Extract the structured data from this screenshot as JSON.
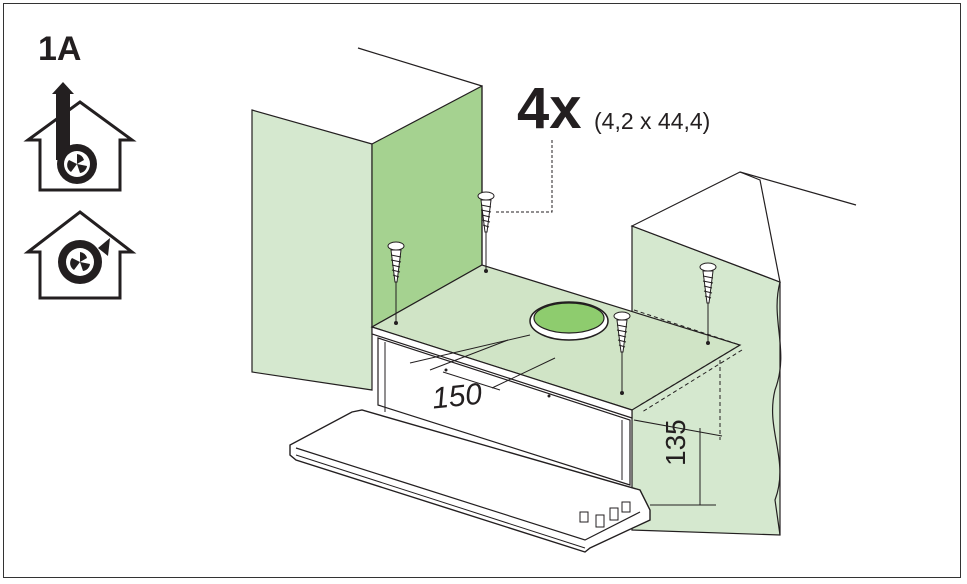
{
  "step": "1A",
  "quantity": "4x",
  "screw_size": "(4,2 x 44,4)",
  "dimensions": {
    "width": "150",
    "height": "135"
  },
  "icons": [
    "ducted-mode-icon",
    "recirculation-mode-icon",
    "screw-icon"
  ],
  "colors": {
    "wall_green": "#a5d290",
    "cabinet_side_green": "#d5e8cf",
    "cabinet_bottom_green": "#d0e4c6",
    "duct_green": "#8ecc6e",
    "line": "#231f20"
  }
}
